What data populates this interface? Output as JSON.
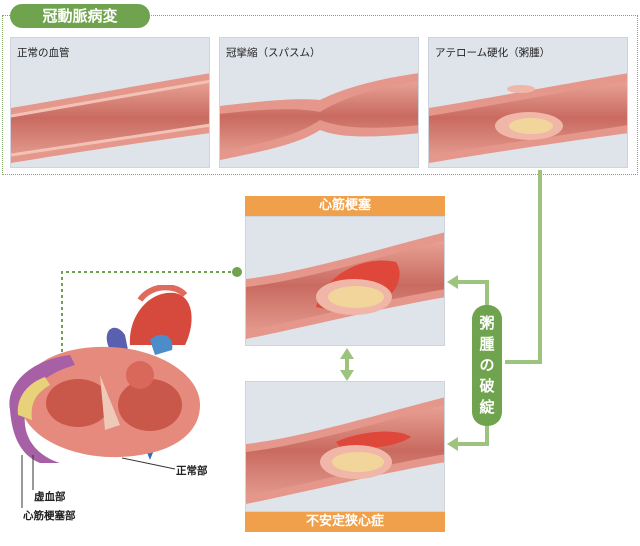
{
  "section": {
    "title": "冠動脈病変"
  },
  "top_panels": [
    {
      "label": "正常の血管"
    },
    {
      "label": "冠攣縮（スパスム）"
    },
    {
      "label": "アテローム硬化（粥腫）"
    }
  ],
  "middle_panel": {
    "title": "心筋梗塞"
  },
  "bottom_panel": {
    "title": "不安定狭心症"
  },
  "rupture": {
    "label_chars": [
      "粥",
      "腫",
      "の",
      "破",
      "綻"
    ]
  },
  "heart": {
    "labels": {
      "normal": "正常部",
      "ischemic": "虚血部",
      "infarct": "心筋梗塞部"
    }
  },
  "colors": {
    "accent_green": "#6fa34d",
    "connector_green": "#9cc47e",
    "orange": "#f0a04a",
    "vessel_wall": "#d78377",
    "vessel_inner": "#c96a60",
    "plaque": "#f2d59a"
  }
}
